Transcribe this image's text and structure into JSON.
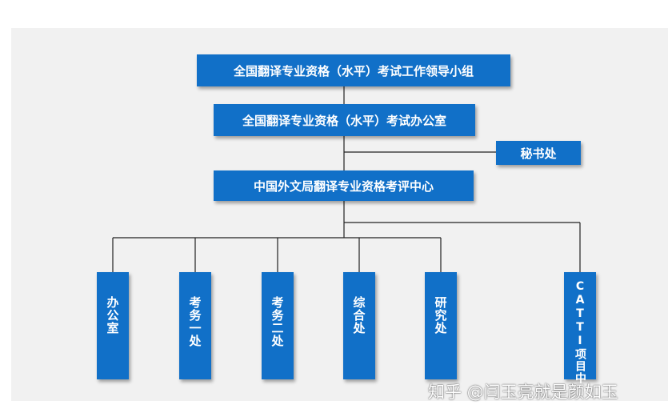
{
  "org_chart": {
    "top": "全国翻译专业资格（水平）考试工作领导小组",
    "office": "全国翻译专业资格（水平）考试办公室",
    "secretariat": "秘书处",
    "center": "中国外文局翻译专业资格考评中心",
    "departments": [
      "办公室",
      "考务一处",
      "考务二处",
      "综合处",
      "研究处",
      "CATTI项目中心"
    ]
  },
  "watermark": "知乎 @闫玉亮就是颜如玉",
  "colors": {
    "box": "#1170c8",
    "background": "#f1f1f1",
    "line": "#222222"
  }
}
